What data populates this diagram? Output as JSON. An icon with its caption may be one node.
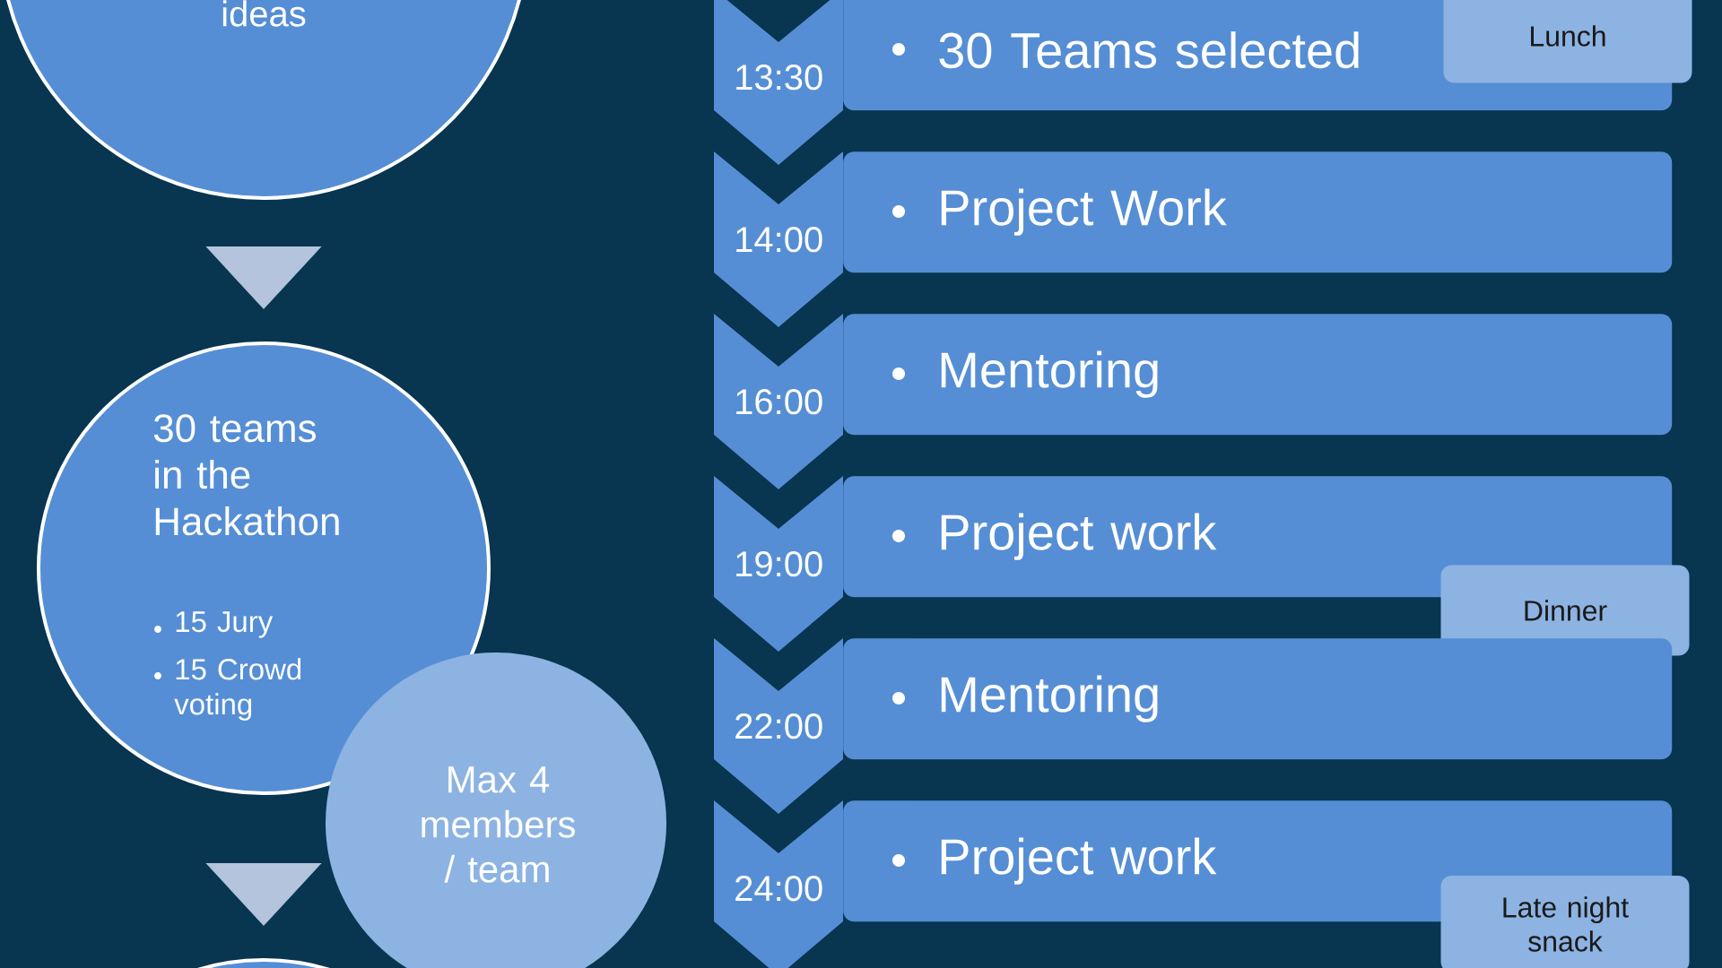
{
  "diagram": {
    "nodes": [
      {
        "text": [
          "ideas"
        ]
      },
      {
        "text": [
          "30 teams in the Hackathon",
          "15 Jury",
          "15 Crowd voting"
        ]
      },
      {
        "text": [
          "Max 4 members / team"
        ]
      },
      {
        "text": [],
        "shape": "circle"
      },
      {
        "text": [
          "13:30"
        ]
      },
      {
        "text": [
          "30 Teams selected"
        ]
      },
      {
        "text": [
          "Lunch"
        ]
      },
      {
        "text": [
          "14:00"
        ]
      },
      {
        "text": [
          "Project Work"
        ]
      },
      {
        "text": [
          "16:00"
        ]
      },
      {
        "text": [
          "Mentoring"
        ]
      },
      {
        "text": [
          "19:00"
        ]
      },
      {
        "text": [
          "Project work"
        ]
      },
      {
        "text": [
          "Dinner"
        ]
      },
      {
        "text": [
          "22:00"
        ]
      },
      {
        "text": [
          "Mentoring"
        ]
      },
      {
        "text": [
          "24:00"
        ]
      },
      {
        "text": [
          "Project work"
        ]
      },
      {
        "text": [
          "Late night snack"
        ]
      }
    ],
    "edges": [
      {
        "from": 0,
        "to": 1,
        "arrow": "to"
      },
      {
        "from": 1,
        "to": 3,
        "arrow": "to"
      }
    ]
  }
}
